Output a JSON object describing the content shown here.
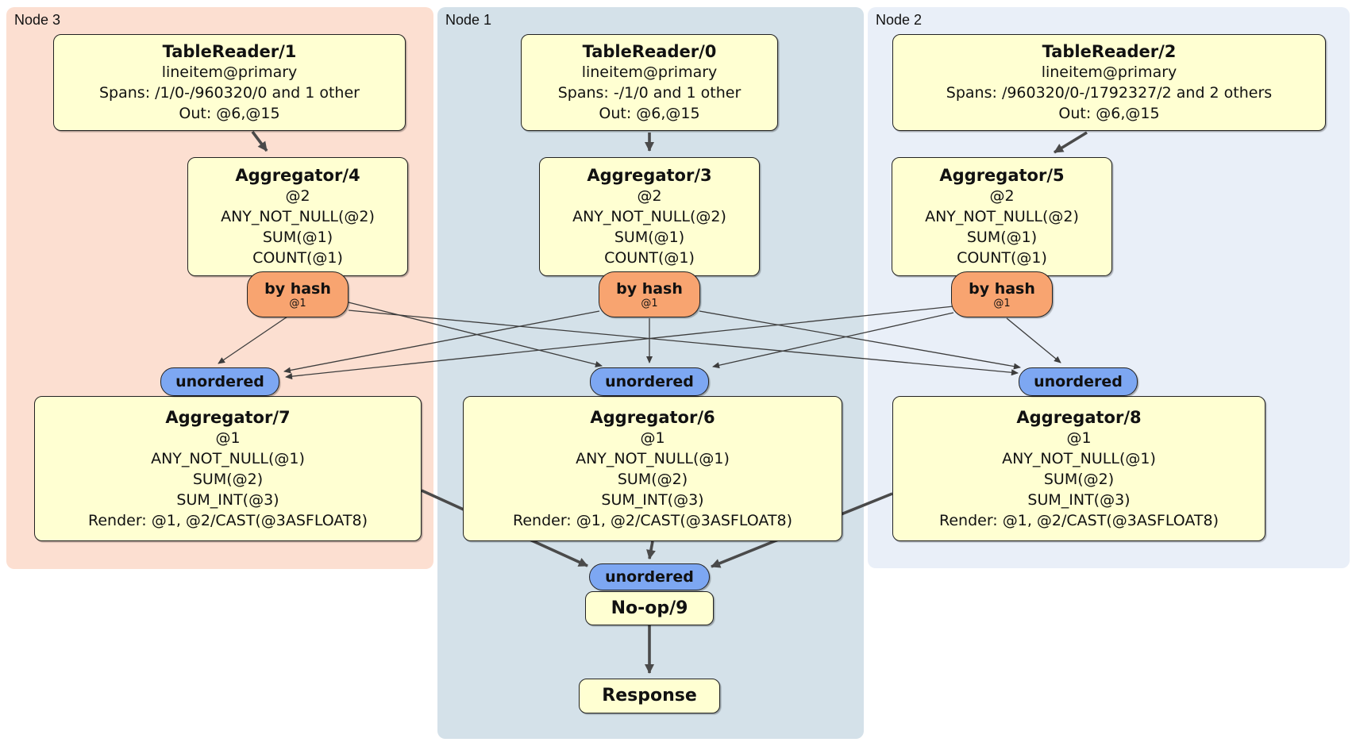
{
  "regions": {
    "node3": "Node 3",
    "node1": "Node 1",
    "node2": "Node 2"
  },
  "processors": {
    "tr1": {
      "title": "TableReader/1",
      "table": "lineitem@primary",
      "spans": "Spans: /1/0-/960320/0 and 1 other",
      "out": "Out: @6,@15"
    },
    "tr0": {
      "title": "TableReader/0",
      "table": "lineitem@primary",
      "spans": "Spans: -/1/0 and 1 other",
      "out": "Out: @6,@15"
    },
    "tr2": {
      "title": "TableReader/2",
      "table": "lineitem@primary",
      "spans": "Spans: /960320/0-/1792327/2 and 2 others",
      "out": "Out: @6,@15"
    },
    "agg4": {
      "title": "Aggregator/4",
      "lines": [
        "@2",
        "ANY_NOT_NULL(@2)",
        "SUM(@1)",
        "COUNT(@1)"
      ]
    },
    "agg3": {
      "title": "Aggregator/3",
      "lines": [
        "@2",
        "ANY_NOT_NULL(@2)",
        "SUM(@1)",
        "COUNT(@1)"
      ]
    },
    "agg5": {
      "title": "Aggregator/5",
      "lines": [
        "@2",
        "ANY_NOT_NULL(@2)",
        "SUM(@1)",
        "COUNT(@1)"
      ]
    },
    "agg7": {
      "title": "Aggregator/7",
      "lines": [
        "@1",
        "ANY_NOT_NULL(@1)",
        "SUM(@2)",
        "SUM_INT(@3)",
        "Render: @1, @2/CAST(@3ASFLOAT8)"
      ]
    },
    "agg6": {
      "title": "Aggregator/6",
      "lines": [
        "@1",
        "ANY_NOT_NULL(@1)",
        "SUM(@2)",
        "SUM_INT(@3)",
        "Render: @1, @2/CAST(@3ASFLOAT8)"
      ]
    },
    "agg8": {
      "title": "Aggregator/8",
      "lines": [
        "@1",
        "ANY_NOT_NULL(@1)",
        "SUM(@2)",
        "SUM_INT(@3)",
        "Render: @1, @2/CAST(@3ASFLOAT8)"
      ]
    },
    "noop": {
      "title": "No-op/9"
    },
    "response": {
      "title": "Response"
    }
  },
  "routers": {
    "r4": {
      "label": "by hash",
      "key": "@1"
    },
    "r3": {
      "label": "by hash",
      "key": "@1"
    },
    "r5": {
      "label": "by hash",
      "key": "@1"
    }
  },
  "streams": {
    "s7": "unordered",
    "s6": "unordered",
    "s8": "unordered",
    "s9": "unordered"
  },
  "colors": {
    "node3_bg": "#fcdfd1",
    "node1_bg": "#d4e1e9",
    "node2_bg": "#e9eff8",
    "processor_bg": "#ffffd2",
    "router_bg": "#f8a470",
    "stream_bg": "#7da7f2",
    "edge": "#4a4a4a"
  }
}
